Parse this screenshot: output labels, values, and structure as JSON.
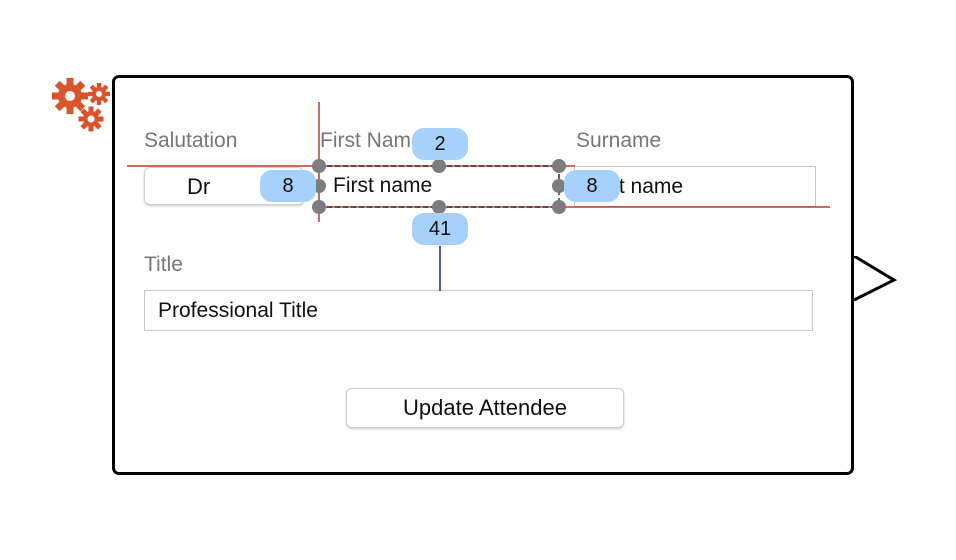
{
  "form": {
    "salutation_label": "Salutation",
    "salutation_value": "Dr",
    "first_name_label": "First Name",
    "first_name_placeholder": "First name",
    "surname_label": "Surname",
    "surname_placeholder": "Last name",
    "title_label": "Title",
    "title_placeholder": "Professional Title",
    "update_button": "Update Attendee"
  },
  "constraints": {
    "top_spacing": "2",
    "leading_spacing": "8",
    "trailing_spacing": "8",
    "bottom_spacing": "41"
  },
  "colors": {
    "constraint_line": "#c0392b",
    "constraint_badge": "#a6d1fb",
    "selection_handle": "#7d7d7d",
    "bottom_constraint": "#1a237e",
    "gear_icon": "#d9532b"
  },
  "icons": {
    "corner": "gears-icon"
  }
}
